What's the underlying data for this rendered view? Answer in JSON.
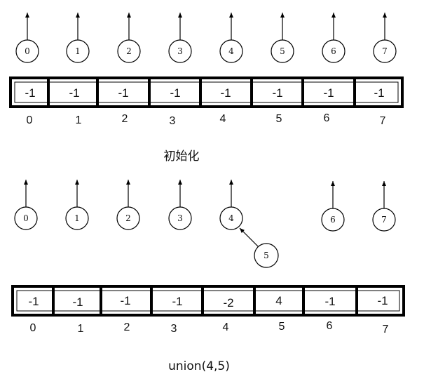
{
  "sections": [
    {
      "caption": "初始化",
      "nodes": [
        "0",
        "1",
        "2",
        "3",
        "4",
        "5",
        "6",
        "7"
      ],
      "values": [
        "-1",
        "-1",
        "-1",
        "-1",
        "-1",
        "-1",
        "-1",
        "-1"
      ],
      "indices": [
        "0",
        "1",
        "2",
        "3",
        "4",
        "5",
        "6",
        "7"
      ]
    },
    {
      "caption": "union(4,5)",
      "nodes": [
        "0",
        "1",
        "2",
        "3",
        "4",
        "5",
        "6",
        "7"
      ],
      "values": [
        "-1",
        "-1",
        "-1",
        "-1",
        "-2",
        "4",
        "-1",
        "-1"
      ],
      "indices": [
        "0",
        "1",
        "2",
        "3",
        "4",
        "5",
        "6",
        "7"
      ],
      "child_node": "5",
      "child_parent": "4"
    }
  ],
  "colors": {
    "stroke": "#000000",
    "background": "#ffffff"
  }
}
